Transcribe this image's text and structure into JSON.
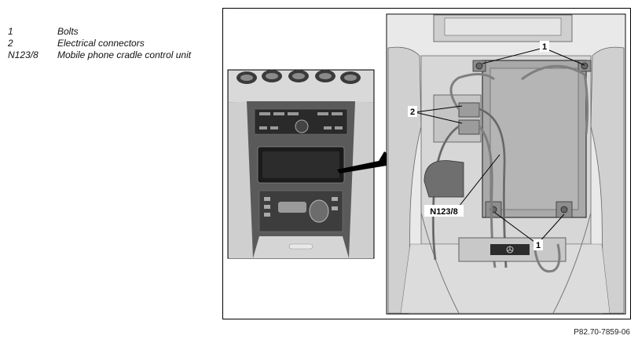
{
  "legend": {
    "items": [
      {
        "key": "1",
        "text": "Bolts"
      },
      {
        "key": "2",
        "text": "Electrical connectors"
      },
      {
        "key": "N123/8",
        "text": "Mobile phone cradle control unit"
      }
    ]
  },
  "figure": {
    "callouts": {
      "bolts_top": "1",
      "connectors": "2",
      "control_unit": "N123/8",
      "bolts_bottom": "1"
    },
    "reference_code": "P82.70-7859-06"
  }
}
